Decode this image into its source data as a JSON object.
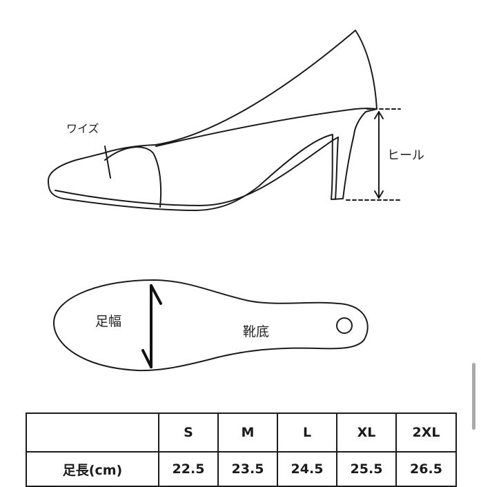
{
  "labels": {
    "width": "ワイズ",
    "heel": "ヒール",
    "foot_width": "足幅",
    "sole": "靴底"
  },
  "size_table": {
    "headers": [
      "",
      "S",
      "M",
      "L",
      "XL",
      "2XL"
    ],
    "rows": [
      {
        "label": "足長(cm)",
        "values": [
          "22.5",
          "23.5",
          "24.5",
          "25.5",
          "26.5"
        ]
      }
    ]
  }
}
